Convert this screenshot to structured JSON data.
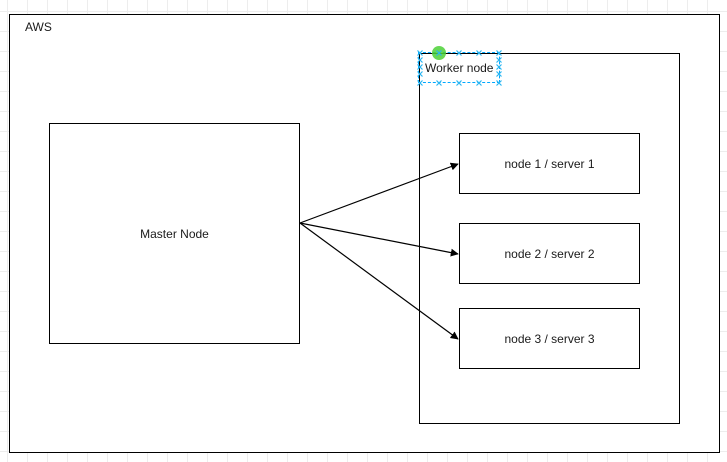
{
  "colors": {
    "stroke": "#000000",
    "background": "#ffffff",
    "grid": "#ededed",
    "selection_handle": "#29b6f2",
    "hover_handle": "#4cd137"
  },
  "aws": {
    "label": "AWS"
  },
  "master": {
    "label": "Master Node"
  },
  "worker": {
    "label": "Worker node",
    "selected": true
  },
  "nodes": [
    {
      "label": "node 1 / server 1"
    },
    {
      "label": "node 2 / server 2"
    },
    {
      "label": "node 3 / server 3"
    }
  ],
  "edges": [
    {
      "from": "Master Node",
      "to": "node 1 / server 1"
    },
    {
      "from": "Master Node",
      "to": "node 2 / server 2"
    },
    {
      "from": "Master Node",
      "to": "node 3 / server 3"
    }
  ]
}
